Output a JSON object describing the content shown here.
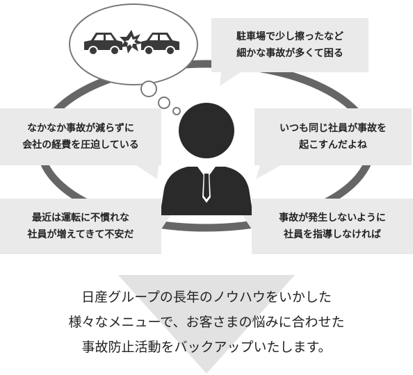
{
  "thought": {
    "icon": "car-collision-icon"
  },
  "bubbles": {
    "top_right": [
      "駐車場で少し擦ったなど",
      "細かな事故が多くて困る"
    ],
    "mid_left": [
      "なかなか事故が減らずに",
      "会社の経費を圧迫している"
    ],
    "mid_right": [
      "いつも同じ社員が事故を",
      "起こすんだよね"
    ],
    "bottom_left": [
      "最近は運転に不慣れな",
      "社員が増えてきて不安だ"
    ],
    "bottom_right": [
      "事故が発生しないように",
      "社員を指導しなければ"
    ]
  },
  "message": [
    "日産グループの長年のノウハウをいかした",
    "様々なメニューで、お客さまの悩みに合わせた",
    "事故防止活動をバックアップいたします。"
  ],
  "colors": {
    "ring": "#666666",
    "bubble_bg": "#eaeaea",
    "person": "#2a2a2a",
    "arrow_bg": "#e2e2e2"
  }
}
